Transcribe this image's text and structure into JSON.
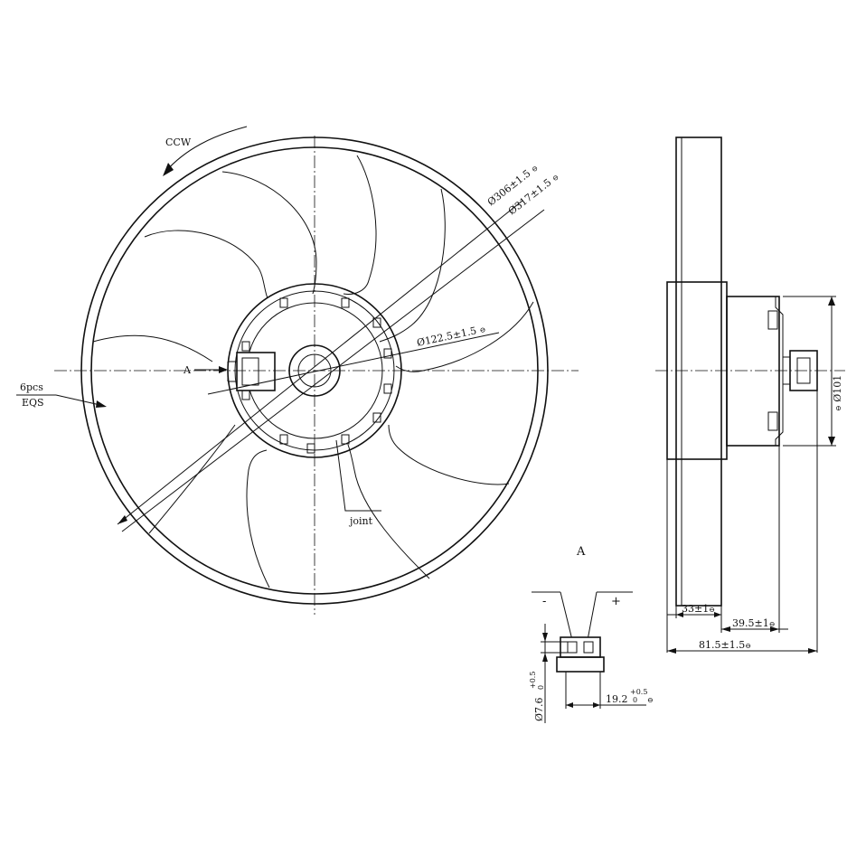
{
  "labels": {
    "rotation": "CCW",
    "view_marker_a": "A",
    "blade_count": "6pcs",
    "blade_spacing": "EQS",
    "joint": "joint",
    "detail_a_title": "A",
    "minus": "-",
    "plus": "+"
  },
  "dimensions": {
    "dia_306": "Ø306±1.5",
    "dia_317": "Ø317±1.5",
    "dia_122": "Ø122.5±1.5",
    "dia_101": "Ø101",
    "depth_33": "33±1",
    "depth_39": "39.5±1",
    "depth_81": "81.5±1.5",
    "conn_width": "19.2",
    "conn_width_tol_upper": "+0.5",
    "conn_width_tol_lower": "0",
    "conn_height": "Ø7.6",
    "conn_height_tol_upper": "+0.5",
    "conn_height_tol_lower": "0"
  },
  "symbols": {
    "inspection_mark": "⊖"
  }
}
